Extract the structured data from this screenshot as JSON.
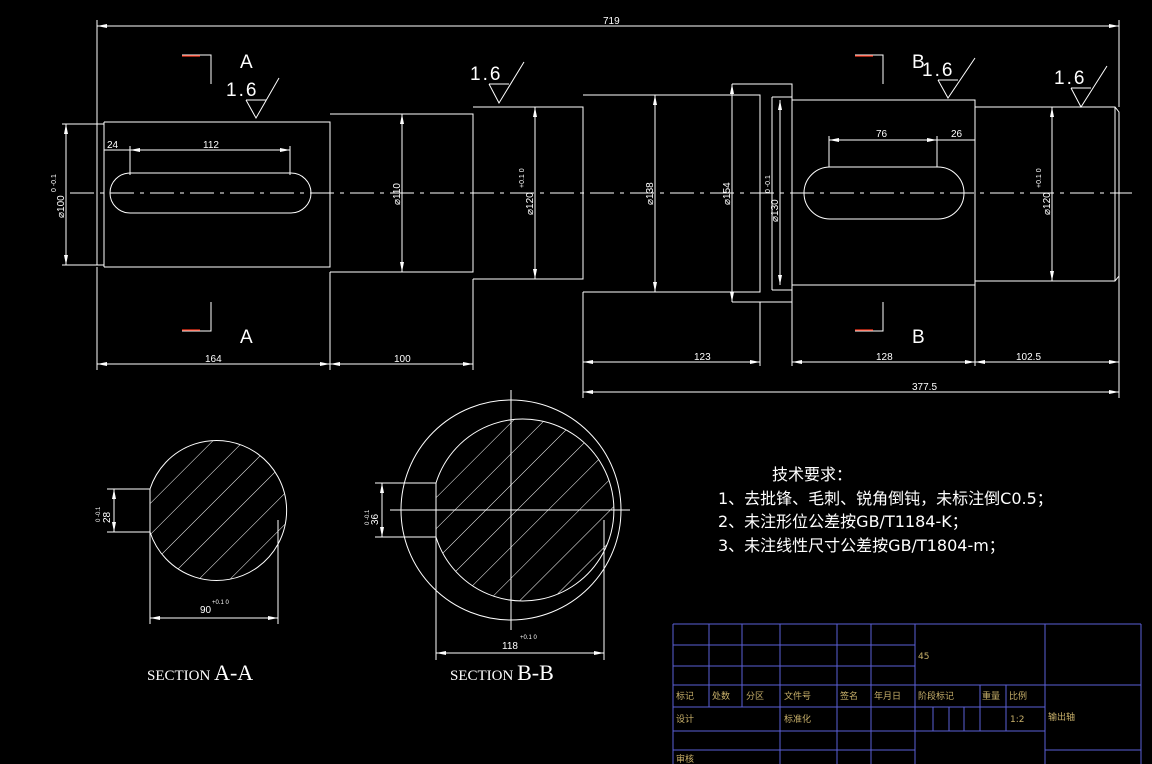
{
  "dimensions": {
    "overall": "719",
    "key_a_offset": "24",
    "key_a_length": "112",
    "key_b_length": "76",
    "key_b_offset": "26",
    "seg_164": "164",
    "seg_100": "100",
    "seg_123": "123",
    "seg_128": "128",
    "seg_102_5": "102.5",
    "seg_377_5": "377.5",
    "dia_100": "⌀100",
    "dia_100_tol": "0 -0.1",
    "dia_110": "⌀110",
    "dia_120a": "⌀120",
    "dia_120a_tol": "+0.1 0",
    "dia_138": "⌀138",
    "dia_154": "⌀154",
    "dia_130": "⌀130",
    "dia_130_tol": "0 -0.1",
    "dia_120b": "⌀120",
    "dia_120b_tol": "+0.1 0"
  },
  "roughness": {
    "r1": "1.6",
    "r2": "1.6",
    "r3": "1.6",
    "r4": "1.6"
  },
  "section_marks": {
    "a_top": "A",
    "a_bottom": "A",
    "b_top": "B",
    "b_bottom": "B"
  },
  "section_aa": {
    "label_prefix": "SECTION ",
    "label_letters": "A-A",
    "width_dim": "90",
    "width_tol": "+0.1 0",
    "depth_dim": "28",
    "depth_tol": "0 -0.1"
  },
  "section_bb": {
    "label_prefix": "SECTION ",
    "label_letters": "B-B",
    "width_dim": "118",
    "width_tol": "+0.1 0",
    "depth_dim": "36",
    "depth_tol": "0 -0.1"
  },
  "notes": {
    "title": "技术要求：",
    "items": [
      "1、去批锋、毛刺、锐角倒钝，未标注倒C0.5；",
      "2、未注形位公差按GB/T1184-K；",
      "3、未注线性尺寸公差按GB/T1804-m；"
    ]
  },
  "title_block": {
    "material": "45",
    "col_mark": "标记",
    "col_count": "处数",
    "col_zone": "分区",
    "col_doc": "文件号",
    "col_sign": "签名",
    "col_date": "年月日",
    "col_stage": "阶段标记",
    "col_weight": "重量",
    "col_scale": "比例",
    "row_design": "设计",
    "row_standard": "标准化",
    "row_review": "审核",
    "scale_value": "1:2",
    "part_name": "输出轴"
  },
  "colors": {
    "line": "#ffffff",
    "section_arrow": "#ff3b1f",
    "title_block": "#5a5fd6"
  }
}
